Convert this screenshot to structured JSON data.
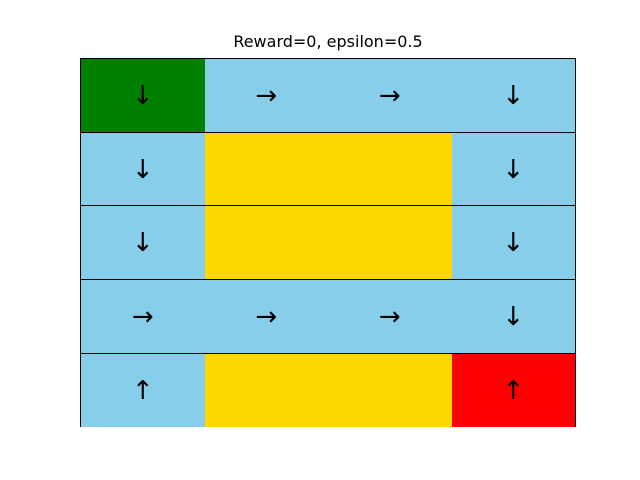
{
  "title": "Reward=0, epsilon=0.5",
  "colors": {
    "start": "#008000",
    "goal": "#ff0000",
    "open": "#87ceeb",
    "wall": "#ffd700",
    "border": "#000000"
  },
  "grid": {
    "rows": 5,
    "cols": 4,
    "cells": [
      [
        {
          "type": "start",
          "arrow": "↓"
        },
        {
          "type": "open",
          "arrow": "→"
        },
        {
          "type": "open",
          "arrow": "→"
        },
        {
          "type": "open",
          "arrow": "↓"
        }
      ],
      [
        {
          "type": "open",
          "arrow": "↓"
        },
        {
          "type": "wall",
          "arrow": ""
        },
        {
          "type": "wall",
          "arrow": ""
        },
        {
          "type": "open",
          "arrow": "↓"
        }
      ],
      [
        {
          "type": "open",
          "arrow": "↓"
        },
        {
          "type": "wall",
          "arrow": ""
        },
        {
          "type": "wall",
          "arrow": ""
        },
        {
          "type": "open",
          "arrow": "↓"
        }
      ],
      [
        {
          "type": "open",
          "arrow": "→"
        },
        {
          "type": "open",
          "arrow": "→"
        },
        {
          "type": "open",
          "arrow": "→"
        },
        {
          "type": "open",
          "arrow": "↓"
        }
      ],
      [
        {
          "type": "open",
          "arrow": "↑"
        },
        {
          "type": "wall",
          "arrow": ""
        },
        {
          "type": "wall",
          "arrow": ""
        },
        {
          "type": "goal",
          "arrow": "↑"
        }
      ]
    ]
  }
}
